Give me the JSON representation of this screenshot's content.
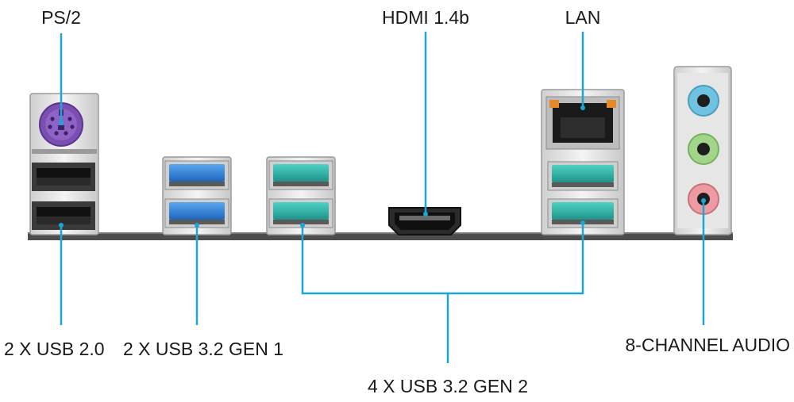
{
  "labels": {
    "ps2": "PS/2",
    "hdmi": "HDMI 1.4b",
    "lan": "LAN",
    "usb20": "2 X USB 2.0",
    "usb32g1": "2 X USB 3.2 GEN 1",
    "usb32g2": "4 X USB 3.2 GEN 2",
    "audio": "8-CHANNEL AUDIO"
  },
  "colors": {
    "callout": "#1aa7d6",
    "usb_gen1": "#2e7fd6",
    "usb_gen2": "#2bb3a6",
    "ps2_port": "#8a5bc2",
    "audio_blue": "#7fd0ea",
    "audio_green": "#a7d98a",
    "audio_pink": "#f0a0a8",
    "board": "#4d4d4d"
  }
}
